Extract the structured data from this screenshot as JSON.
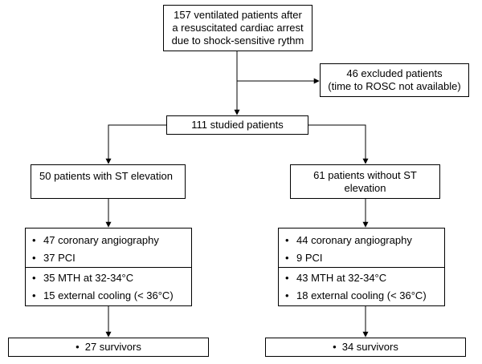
{
  "enrolled": {
    "lines": [
      "157 ventilated patients after",
      "a resuscitated cardiac arrest",
      "due to shock-sensitive rythm"
    ]
  },
  "excluded": {
    "lines": [
      "46 excluded patients",
      "(time to ROSC not available)"
    ]
  },
  "studied": {
    "label": "111 studied patients"
  },
  "st_elevation": {
    "group_label": "50 patients with ST elevation",
    "treatments_top": [
      "47 coronary angiography",
      "37 PCI"
    ],
    "treatments_bottom": [
      "35 MTH at 32-34°C",
      "15 external cooling (< 36°C)"
    ],
    "outcome": "27 survivors"
  },
  "no_st_elevation": {
    "group_label_lines": [
      "61 patients without ST",
      "elevation"
    ],
    "treatments_top": [
      "44 coronary angiography",
      "9 PCI"
    ],
    "treatments_bottom": [
      "43 MTH at 32-34°C",
      "18 external cooling (< 36°C)"
    ],
    "outcome": "34 survivors"
  },
  "bullet_symbol": "•"
}
